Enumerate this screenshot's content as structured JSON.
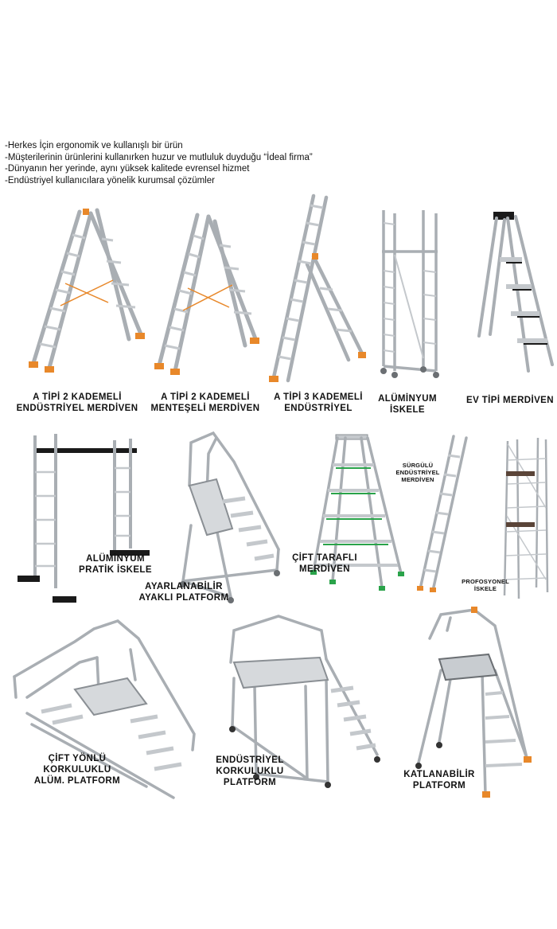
{
  "intro": {
    "lines": [
      "-Herkes İçin ergonomik ve kullanışlı bir ürün",
      "-Müşterilerinin ürünlerini kullanırken huzur ve mutluluk duyduğu “İdeal firma”",
      "-Dünyanın her yerinde, aynı yüksek kalitede evrensel hizmet",
      "-Endüstriyel kullanıcılara yönelik kurumsal çözümler"
    ]
  },
  "products": [
    {
      "label": [
        "A TİPİ 2 KADEMELİ",
        "ENDÜSTRİYEL MERDİVEN"
      ],
      "icon": "a-frame-ladder-icon"
    },
    {
      "label": [
        "A TİPİ 2 KADEMELİ",
        "MENTEŞELİ MERDİVEN"
      ],
      "icon": "hinged-ladder-icon"
    },
    {
      "label": [
        "A TİPİ 3 KADEMELİ",
        "ENDÜSTRİYEL"
      ],
      "icon": "three-section-ladder-icon"
    },
    {
      "label": [
        "ALÜMİNYUM",
        "İSKELE"
      ],
      "icon": "scaffold-tower-icon"
    },
    {
      "label": [
        "EV TİPİ MERDİVEN"
      ],
      "icon": "household-step-ladder-icon"
    },
    {
      "label": [
        "ALÜMİNYUM",
        "PRATİK İSKELE"
      ],
      "icon": "practical-scaffold-icon"
    },
    {
      "label": [
        "AYARLANABİLİR",
        "AYAKLI PLATFORM"
      ],
      "icon": "adjustable-platform-icon"
    },
    {
      "label": [
        "ÇİFT TARAFLI",
        "MERDİVEN"
      ],
      "icon": "double-sided-ladder-icon"
    },
    {
      "label": [
        "SÜRGÜLÜ",
        "ENDÜSTRİYEL",
        "MERDİVEN"
      ],
      "icon": "sliding-ladder-icon"
    },
    {
      "label": [
        "PROFOSYONEL",
        "İSKELE"
      ],
      "icon": "professional-scaffold-icon"
    },
    {
      "label": [
        "ÇİFT YÖNLÜ",
        "KORKULUKLU",
        "ALÜM. PLATFORM"
      ],
      "icon": "bridge-platform-icon"
    },
    {
      "label": [
        "ENDÜSTRİYEL",
        "KORKULUKLU",
        "PLATFORM"
      ],
      "icon": "railed-platform-icon"
    },
    {
      "label": [
        "KATLANABİLİR",
        "PLATFORM"
      ],
      "icon": "folding-platform-icon"
    }
  ],
  "colors": {
    "aluminium": "#b8bcc0",
    "aluminium_dark": "#7d8287",
    "foot_orange": "#e8882a",
    "foot_green": "#2aa34a",
    "black": "#1a1a1a"
  }
}
